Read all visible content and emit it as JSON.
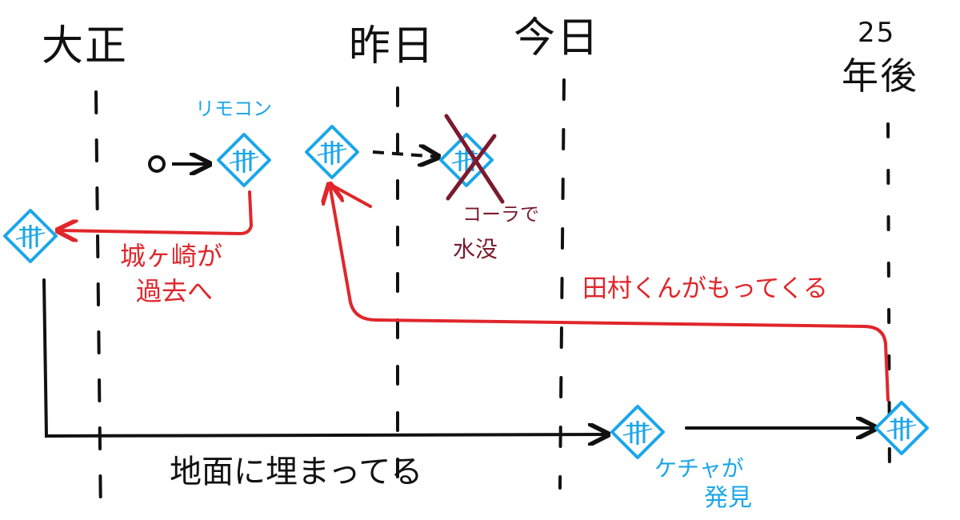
{
  "colors": {
    "ink": "#111111",
    "remote_blue": "#1ba6ea",
    "arrow_red": "#e0262b",
    "broken_maroon": "#7a1a2c"
  },
  "timeline": {
    "eras": [
      {
        "id": "taisho",
        "label": "大正"
      },
      {
        "id": "yesterday",
        "label": "昨日"
      },
      {
        "id": "today",
        "label": "今日"
      },
      {
        "id": "future",
        "label_top": "25",
        "label_bottom": "年後"
      }
    ]
  },
  "annotations": {
    "remote_label": "リモコン",
    "start_marker": "O",
    "broken_note_1": "コーラで",
    "broken_note_2": "水没",
    "to_past_1": "城ヶ崎が",
    "to_past_2": "過去へ",
    "tamura": "田村くんがもってくる",
    "buried": "地面に埋まってる",
    "found_1": "ケチャが",
    "found_2": "発見"
  },
  "icons": {
    "remote": "remote-control-icon",
    "broken": "cross-out-icon"
  }
}
